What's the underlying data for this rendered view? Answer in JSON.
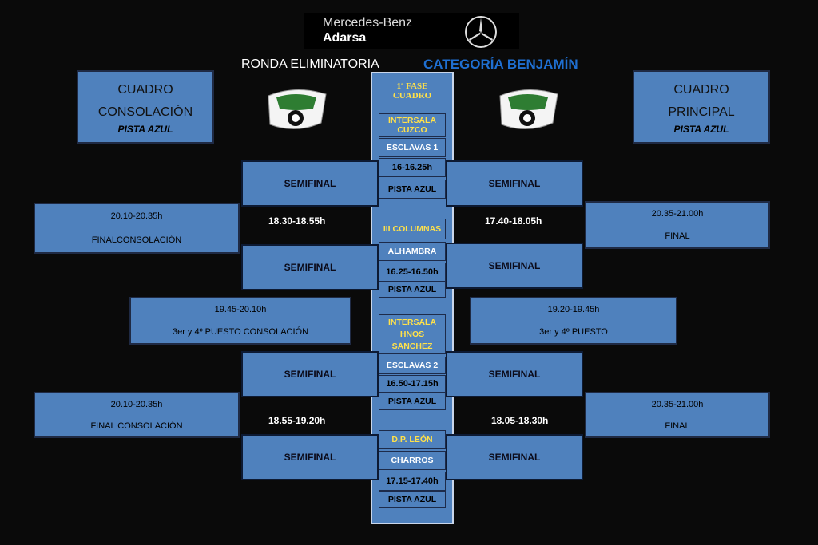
{
  "sponsor": {
    "line1": "Mercedes-Benz",
    "line2": "Adarsa"
  },
  "header": {
    "left": "RONDA ELIMINATORIA",
    "right": "CATEGORÍA BENJAMÍN"
  },
  "consolacion": {
    "line1": "CUADRO",
    "line2": "CONSOLACIÓN",
    "pista": "PISTA AZUL"
  },
  "principal": {
    "line1": "CUADRO",
    "line2": "PRINCIPAL",
    "pista": "PISTA AZUL"
  },
  "fase": {
    "line1": "1ª FASE",
    "line2": "CUADRO"
  },
  "matches": [
    {
      "team1": "INTERSALA CUZCO",
      "team2": "ESCLAVAS 1",
      "time": "16-16.25h",
      "pista": "PISTA AZUL"
    },
    {
      "team1": "III COLUMNAS",
      "team2": "ALHAMBRA",
      "time": "16.25-16.50h",
      "pista": "PISTA AZUL"
    },
    {
      "team1": "INTERSALA HNOS SÁNCHEZ",
      "team2": "ESCLAVAS 2",
      "time": "16.50-17.15h",
      "pista": "PISTA AZUL"
    },
    {
      "team1": "D.P. LEÓN",
      "team2": "CHARROS",
      "time": "17.15-17.40h",
      "pista": "PISTA AZUL"
    }
  ],
  "semifinal": "SEMIFINAL",
  "times": {
    "left1": "18.30-18.55h",
    "right1": "17.40-18.05h",
    "left2": "18.55-19.20h",
    "right2": "18.05-18.30h"
  },
  "final_cons_1": {
    "time": "20.10-20.35h",
    "label": "FINALCONSOLACIÓN"
  },
  "final_1": {
    "time": "20.35-21.00h",
    "label": "FINAL"
  },
  "tercero_cons": {
    "time": "19.45-20.10h",
    "label": "3er y 4º PUESTO CONSOLACIÓN"
  },
  "tercero": {
    "time": "19.20-19.45h",
    "label": "3er  y  4º PUESTO"
  },
  "final_cons_2": {
    "time": "20.10-20.35h",
    "label": "FINAL CONSOLACIÓN"
  },
  "final_2": {
    "time": "20.35-21.00h",
    "label": "FINAL"
  },
  "colors": {
    "box": "#4f81bd",
    "background": "#0a0a0a",
    "yellow": "#ffe14a",
    "category": "#1f6fd1"
  }
}
